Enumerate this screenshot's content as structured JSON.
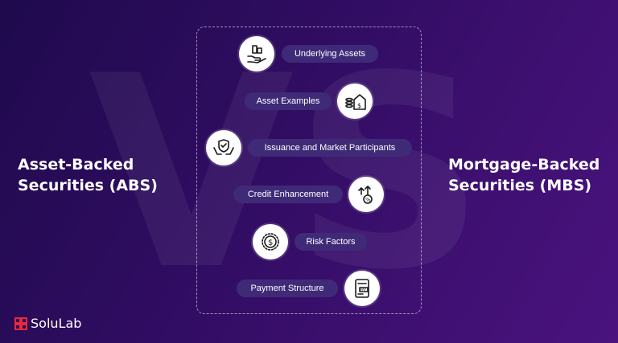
{
  "left_title": "Asset-Backed\nSecurities (ABS)",
  "right_title": "Mortgage-Backed\nSecurities (MBS)",
  "items": [
    {
      "label": "Underlying Assets",
      "icon": "hand-buildings-icon"
    },
    {
      "label": "Asset Examples",
      "icon": "house-money-icon"
    },
    {
      "label": "Issuance and Market Participants",
      "icon": "hands-shield-icon"
    },
    {
      "label": "Credit Enhancement",
      "icon": "growth-percent-icon"
    },
    {
      "label": "Risk Factors",
      "icon": "dollar-gear-icon"
    },
    {
      "label": "Payment Structure",
      "icon": "pay-card-icon"
    }
  ],
  "logo_text": "SoluLab",
  "colors": {
    "background": "#2d0c5e",
    "pill": "#3f2a78",
    "accent": "#e8283c"
  }
}
